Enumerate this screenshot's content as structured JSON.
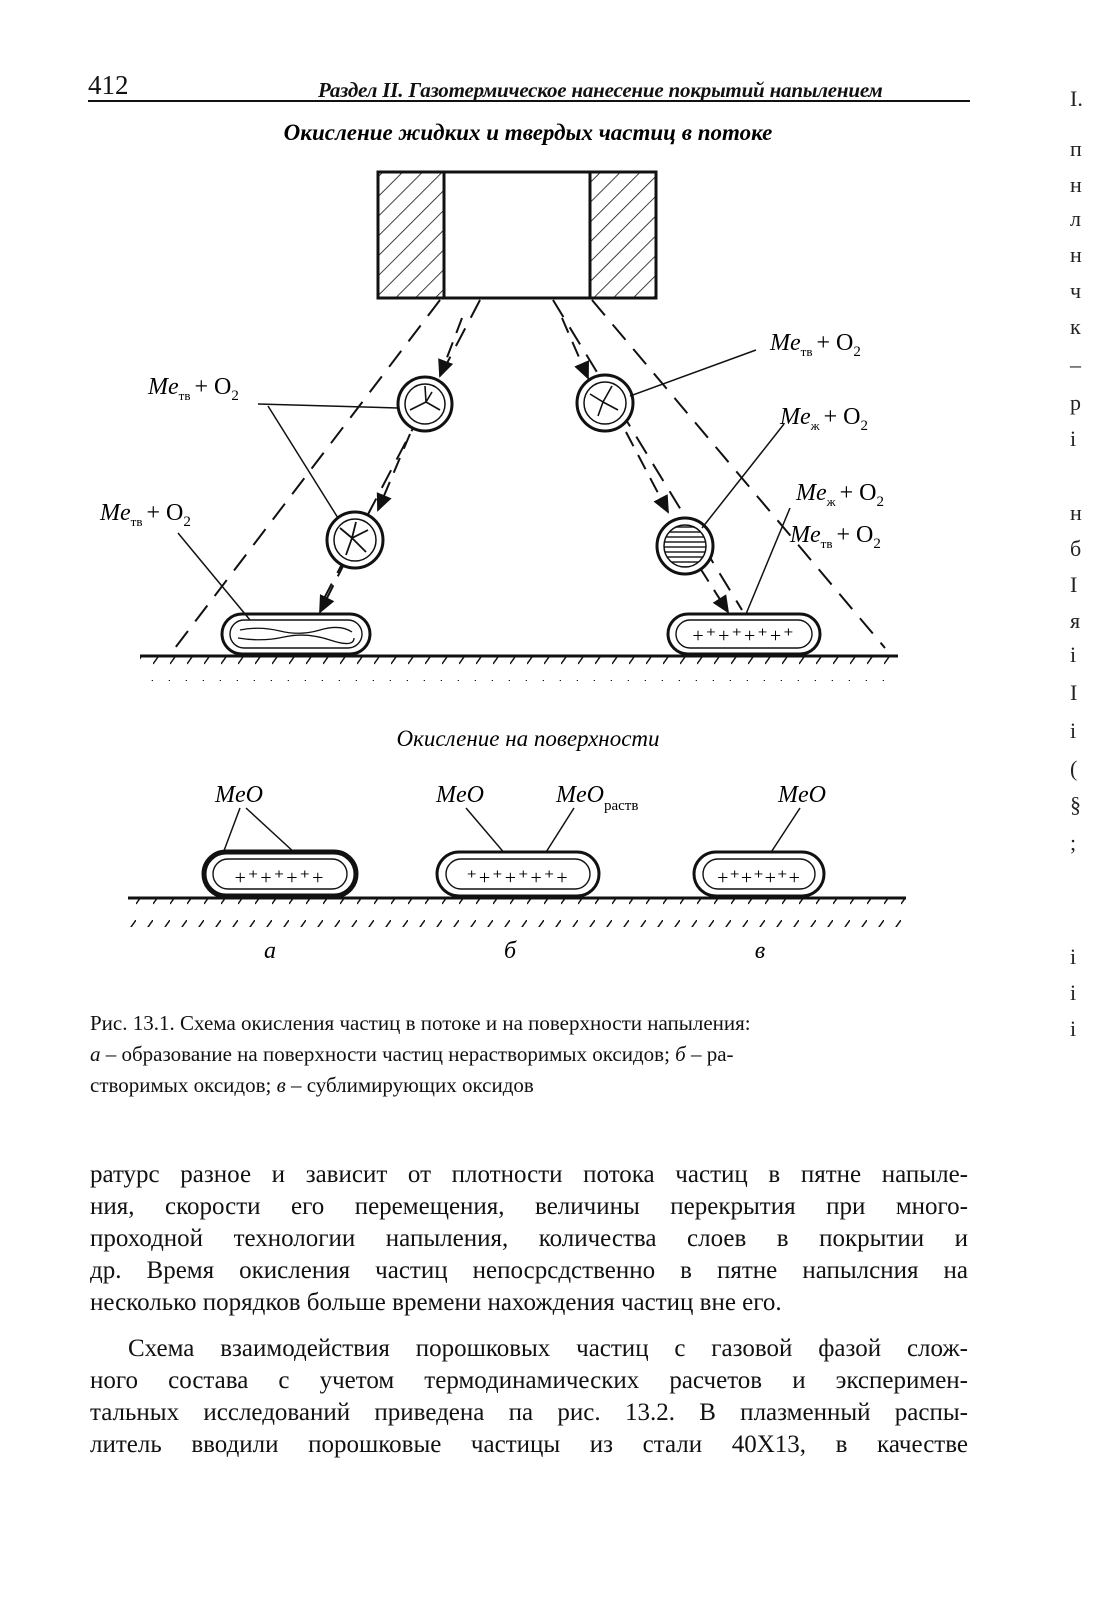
{
  "header": {
    "page_number": "412",
    "running_title": "Раздел II. Газотермическое нанесение покрытий напылением"
  },
  "figure": {
    "top_title": "Окисление жидких и твердых частиц в потоке",
    "bottom_title": "Окисление на поверхности",
    "labels": {
      "me": "Me",
      "plus_o": "+ O",
      "sub_tv": "тв",
      "sub_zh": "ж",
      "sub_two": "2",
      "meo": "MeO",
      "meo_sub": "раств",
      "letter_a": "а",
      "letter_b": "б",
      "letter_v": "в"
    }
  },
  "caption": {
    "line1": "Рис. 13.1. Схема окисления частиц в потоке и на поверхности напыления:",
    "line2": "а – образование на поверхности частиц нерастворимых оксидов; б – ра-",
    "line3": "створимых оксидов; в – сублимирующих оксидов"
  },
  "body": {
    "lines": [
      "ратурс разное и зависит от плотности потока частиц в пятне напыле-",
      "ния, скорости его перемещения, величины перекрытия при много-",
      "проходной технологии напыления, количества слоев в покрытии и",
      "др. Время окисления частиц непосрсдственно в пятне напылсния на",
      "несколько порядков больше времени нахождения частиц вне его.",
      "Схема взаимодействия порошковых частиц с газовой фазой слож-",
      "ного состава с учетом термодинамических расчетов и эксперимен-",
      "тальных исследований приведена па рис. 13.2. В плазменный распы-",
      "литель вводили порошковые частицы из стали 40Х13, в качестве"
    ]
  },
  "margin": {
    "fragments": [
      "I.",
      "п",
      "н",
      "л",
      "н",
      "ч",
      "к",
      "–",
      "р",
      "і",
      "н",
      "б",
      "I",
      "я",
      "і",
      "I",
      "і",
      "(",
      "§",
      ";",
      "і",
      "і",
      "і"
    ]
  }
}
